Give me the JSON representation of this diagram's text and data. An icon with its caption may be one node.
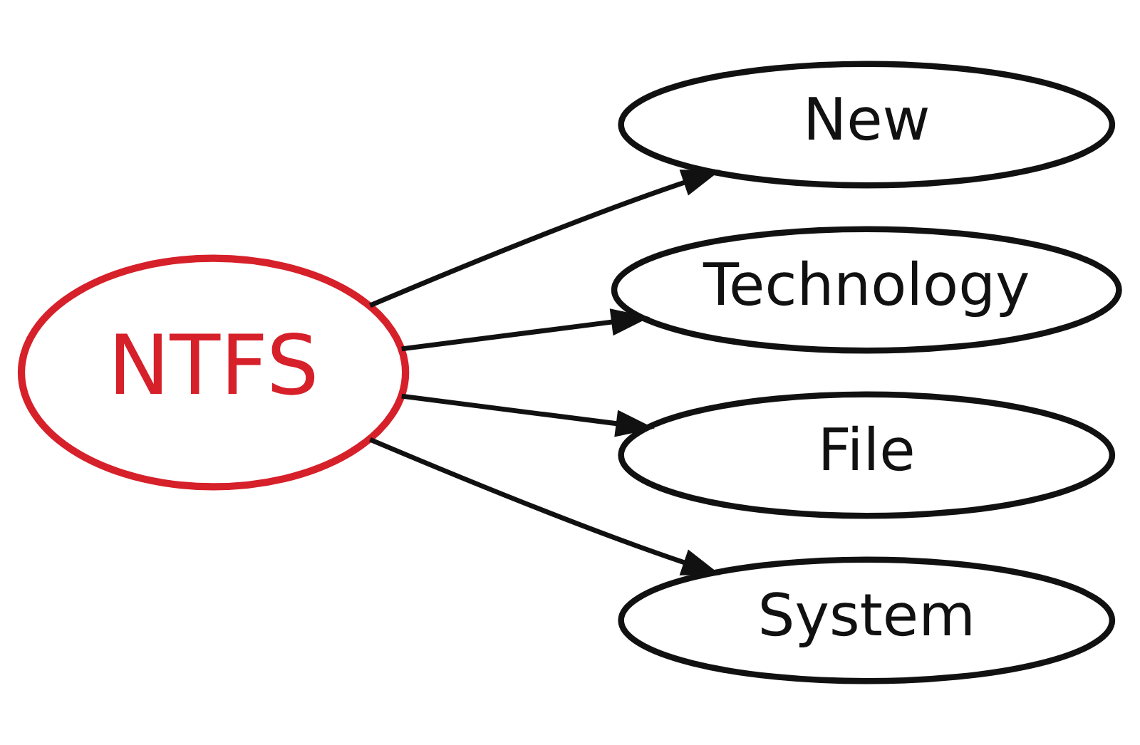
{
  "diagram": {
    "nodes": [
      {
        "text": [
          "NTFS"
        ]
      },
      {
        "text": [
          "New"
        ]
      },
      {
        "text": [
          "Technology"
        ]
      },
      {
        "text": [
          "File"
        ]
      },
      {
        "text": [
          "System"
        ]
      }
    ],
    "edges": [
      {
        "from": 0,
        "to": 1,
        "arrow": "to"
      },
      {
        "from": 0,
        "to": 2,
        "arrow": "to"
      },
      {
        "from": 0,
        "to": 3,
        "arrow": "to"
      },
      {
        "from": 0,
        "to": 4,
        "arrow": "to"
      }
    ]
  }
}
